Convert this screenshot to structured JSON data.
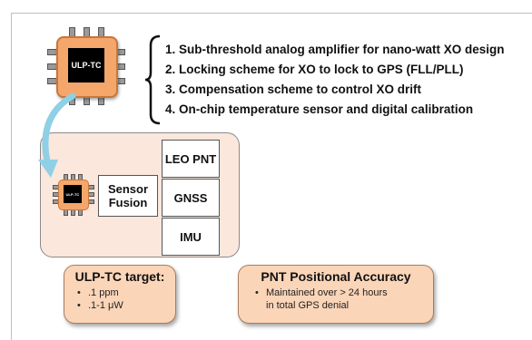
{
  "chip": {
    "label": "ULP-TC"
  },
  "features": [
    "1. Sub-threshold analog amplifier for nano-watt XO design",
    "2. Locking scheme for XO to lock to GPS (FLL/PLL)",
    "3. Compensation scheme to control XO drift",
    "4. On-chip temperature sensor and digital calibration"
  ],
  "small_chip": {
    "label": "ULP-TC"
  },
  "sensor_fusion": {
    "line1": "Sensor",
    "line2": "Fusion"
  },
  "inputs": [
    "LEO PNT",
    "GNSS",
    "IMU"
  ],
  "target_box": {
    "title": "ULP-TC target:",
    "bullets": [
      ".1 ppm",
      ".1-1 μW"
    ]
  },
  "accuracy_box": {
    "title": "PNT Positional Accuracy",
    "bullets": [
      "Maintained over > 24 hours",
      "in total GPS denial"
    ]
  },
  "colors": {
    "chip": "#f5a66b",
    "panel": "#fbe7dc",
    "callout": "#fbd5b8",
    "arrow": "#8fd0e6"
  }
}
